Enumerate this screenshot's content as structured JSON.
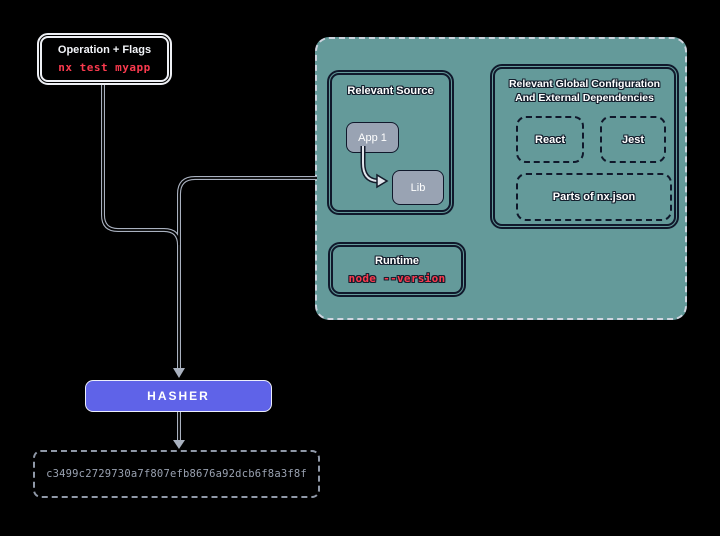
{
  "colors": {
    "background": "#000000",
    "panel_teal": "#649a9a",
    "hasher_indigo": "#5f63e8",
    "command_red": "#fb3a4e",
    "node_fill_gray": "#99a3b3",
    "connector_gray": "#a9b1bf",
    "hash_text_gray": "#99a1b0",
    "dark_border": "#10182b",
    "light_border": "#eef0f5"
  },
  "operation_box": {
    "title": "Operation + Flags",
    "command": "nx test myapp"
  },
  "inputs_panel": {
    "relevant_source": {
      "title": "Relevant Source",
      "nodes": [
        {
          "label": "App 1"
        },
        {
          "label": "Lib"
        }
      ]
    },
    "global_config": {
      "title_line1": "Relevant Global Configuration",
      "title_line2": "And External Dependencies",
      "items": [
        {
          "label": "React"
        },
        {
          "label": "Jest"
        },
        {
          "label": "Parts of nx.json"
        }
      ]
    },
    "runtime": {
      "title": "Runtime",
      "command": "node --version"
    }
  },
  "hasher": {
    "label": "HASHER"
  },
  "hash_output": {
    "value": "c3499c2729730a7f807efb8676a92dcb6f8a3f8f"
  }
}
